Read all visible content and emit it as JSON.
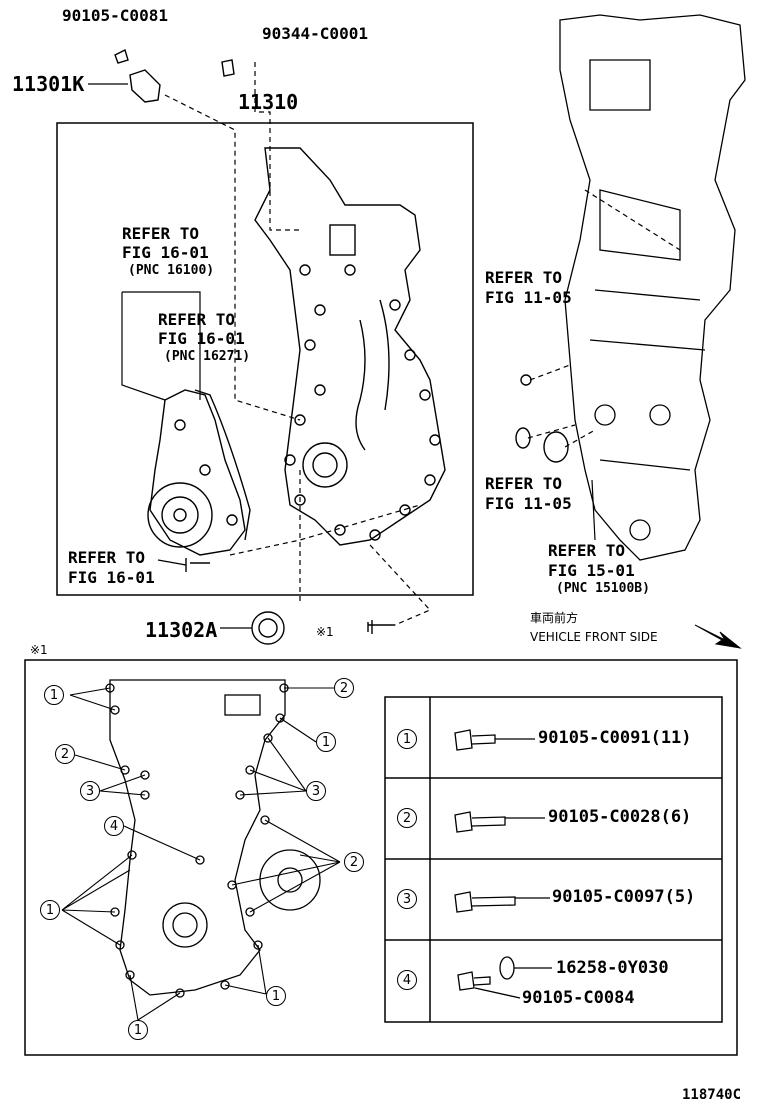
{
  "top_labels": {
    "bolt_90105_c0081": "90105-C0081",
    "nut_90344_c0001": "90344-C0001",
    "sensor_11301k": "11301K",
    "cover_11310": "11310",
    "seal_11302a": "11302A",
    "note_mark": "※1",
    "note_mark_box": "※1"
  },
  "refer": {
    "r1": {
      "line1": "REFER TO",
      "line2": "FIG 16-01",
      "pnc": "(PNC 16100)"
    },
    "r2": {
      "line1": "REFER TO",
      "line2": "FIG 16-01",
      "pnc": "(PNC 16271)"
    },
    "r3": {
      "line1": "REFER TO",
      "line2": "FIG 16-01"
    },
    "r4": {
      "line1": "REFER TO",
      "line2": "FIG 11-05"
    },
    "r5": {
      "line1": "REFER TO",
      "line2": "FIG 11-05"
    },
    "r6": {
      "line1": "REFER TO",
      "line2": "FIG 15-01",
      "pnc": "(PNC 15100B)"
    }
  },
  "vehicle_front": {
    "jp": "車両前方",
    "en": "VEHICLE FRONT SIDE"
  },
  "legend_rows": [
    {
      "num": "1",
      "part": "90105-C0091(11)"
    },
    {
      "num": "2",
      "part": "90105-C0028(6)"
    },
    {
      "num": "3",
      "part": "90105-C0097(5)"
    },
    {
      "num": "4",
      "part_a": "16258-0Y030",
      "part_b": "90105-C0084"
    }
  ],
  "callouts": {
    "c1": "1",
    "c2": "2",
    "c3": "3",
    "c4": "4"
  },
  "figure_id": "118740C"
}
